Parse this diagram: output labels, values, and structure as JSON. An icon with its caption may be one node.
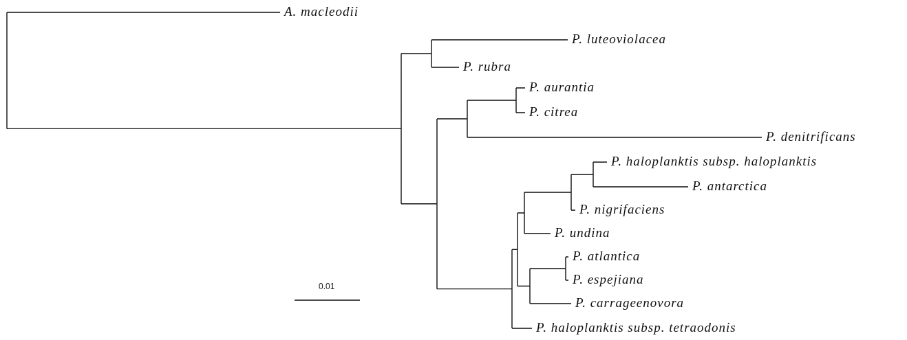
{
  "diagram": {
    "labels": [
      "A. macleodii",
      "P. luteoviolacea",
      "P. rubra",
      "P. aurantia",
      "P. citrea",
      "P. denitrificans",
      "P. haloplanktis subsp. haloplanktis",
      "P. antarctica",
      "P. nigrifaciens",
      "P. undina",
      "P. atlantica",
      "P. espejiana",
      "P. carrageenovora",
      "P. haloplanktis subsp. tetraodonis",
      "0.01"
    ]
  }
}
